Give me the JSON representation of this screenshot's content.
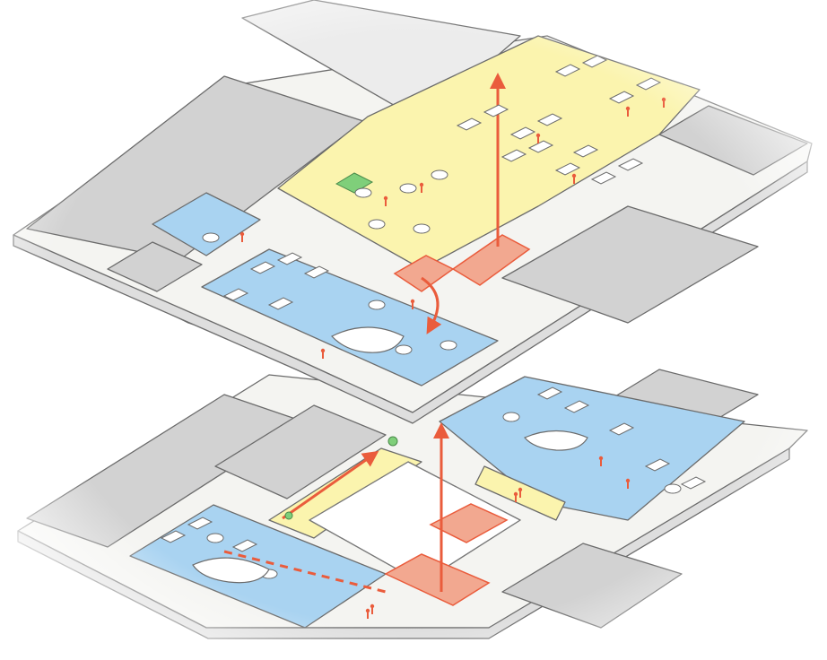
{
  "illustration": {
    "kind": "isometric office floor plan illustration",
    "floors": [
      {
        "id": "upper-floor",
        "zones": [
          "yellow-open-workspace",
          "blue-meeting-area",
          "grey-core-blocks",
          "central-staircase"
        ]
      },
      {
        "id": "lower-floor",
        "zones": [
          "blue-meeting-area",
          "yellow-corridor",
          "open-atrium",
          "central-staircase"
        ]
      }
    ]
  },
  "colors": {
    "background": "#ffffff",
    "core_grey": "#d4d4d4",
    "core_grey_dark": "#bdbdbd",
    "wall": "#f3f3f3",
    "floor_white": "#f7f7f4",
    "yellow_zone": "#fbf4ae",
    "blue_zone": "#a9d3f1",
    "accent_red": "#ea5c3c",
    "plant_green": "#7fcf7a",
    "line": "#6b6b6b"
  },
  "icons": {
    "stair": "staircase-icon",
    "arrow": "circulation-arrow-icon",
    "person": "person-figure-icon",
    "plant": "plant-icon",
    "desk": "desk-cluster-icon",
    "table": "round-table-icon",
    "sofa": "curved-sofa-icon"
  }
}
